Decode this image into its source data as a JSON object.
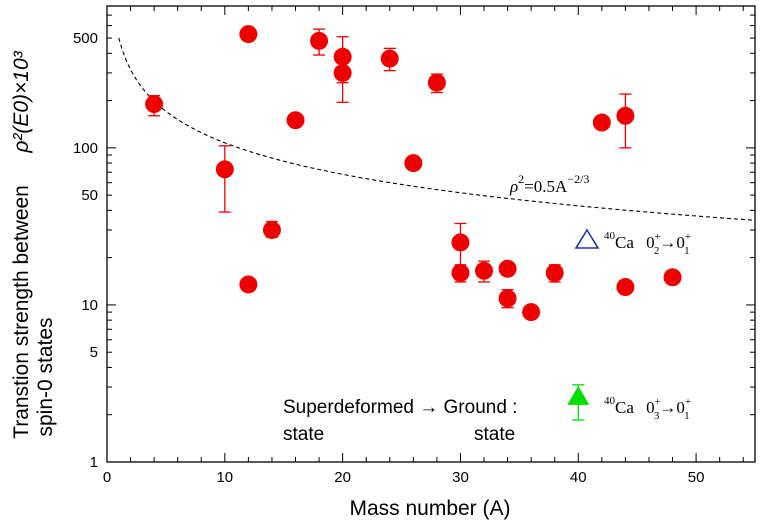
{
  "chart_data": {
    "type": "scatter",
    "xlabel": "Mass number (A)",
    "ylabel": "Transtion strength between spin-0 states",
    "ylabel_math": "ρ²(E0)×10³",
    "xlim": [
      0,
      55
    ],
    "ylim": [
      1,
      800
    ],
    "y_scale": "log",
    "x_ticks": [
      0,
      10,
      20,
      30,
      40,
      50
    ],
    "y_ticks": [
      1,
      5,
      10,
      50,
      100,
      500
    ],
    "grid": false,
    "series": [
      {
        "marker": "circle",
        "color": "#ee0000",
        "points": [
          {
            "x": 4,
            "y": 190,
            "ylo": 160,
            "yhi": 215
          },
          {
            "x": 10,
            "y": 73,
            "ylo": 39,
            "yhi": 103
          },
          {
            "x": 12,
            "y": 530
          },
          {
            "x": 12,
            "y": 13.5
          },
          {
            "x": 14,
            "y": 30,
            "ylo": 27,
            "yhi": 34
          },
          {
            "x": 16,
            "y": 150
          },
          {
            "x": 18,
            "y": 480,
            "ylo": 390,
            "yhi": 570
          },
          {
            "x": 20,
            "y": 380,
            "ylo": 260,
            "yhi": 510
          },
          {
            "x": 20,
            "y": 300,
            "ylo": 195,
            "yhi": 400
          },
          {
            "x": 24,
            "y": 370,
            "ylo": 310,
            "yhi": 430
          },
          {
            "x": 26,
            "y": 80
          },
          {
            "x": 28,
            "y": 260,
            "ylo": 225,
            "yhi": 295
          },
          {
            "x": 30,
            "y": 25,
            "ylo": 17,
            "yhi": 33
          },
          {
            "x": 30,
            "y": 16,
            "ylo": 14,
            "yhi": 18
          },
          {
            "x": 32,
            "y": 16.5,
            "ylo": 14,
            "yhi": 19
          },
          {
            "x": 34,
            "y": 17
          },
          {
            "x": 34,
            "y": 11,
            "ylo": 9.6,
            "yhi": 12.5
          },
          {
            "x": 36,
            "y": 9
          },
          {
            "x": 38,
            "y": 16,
            "ylo": 14,
            "yhi": 18
          },
          {
            "x": 42,
            "y": 145
          },
          {
            "x": 44,
            "y": 160,
            "ylo": 100,
            "yhi": 220
          },
          {
            "x": 44,
            "y": 13
          },
          {
            "x": 48,
            "y": 15
          }
        ]
      }
    ],
    "curve": {
      "label_math": "ρ²=0.5A^(−2/3)",
      "style": "dashed",
      "coefficient": 0.5,
      "exponent": -0.6667
    },
    "markers_special": [
      {
        "x": 40,
        "y": 2.6,
        "ylo": 1.85,
        "yhi": 3.1,
        "marker": "filled-triangle",
        "color": "#00dd00",
        "label": "40Ca 03+→01+"
      },
      {
        "label": "40Ca 02+→01+",
        "marker": "open-triangle",
        "color": "#2233bb"
      }
    ],
    "annotations": {
      "sd_line1": "Superdeformed → Ground :",
      "sd_line2_a": "state",
      "sd_line2_b": "state",
      "ca02_mass": "40",
      "ca02_el": "Ca",
      "ca02_trans": "0",
      "ca02_sub_a": "2",
      "ca02_sub_b": "1",
      "ca03_mass": "40",
      "ca03_el": "Ca",
      "ca03_sub_a": "3",
      "ca03_sub_b": "1",
      "curve_label_base": "ρ",
      "curve_label_exp": "2",
      "curve_label_rest": "=0.5A",
      "curve_label_pow": "−2/3"
    },
    "ylabel_line1": "Transtion strength between",
    "ylabel_line2": "spin-0 states",
    "colors": {
      "point": "#ee0000",
      "triangle_green": "#00dd00",
      "triangle_open": "#2233bb"
    }
  }
}
